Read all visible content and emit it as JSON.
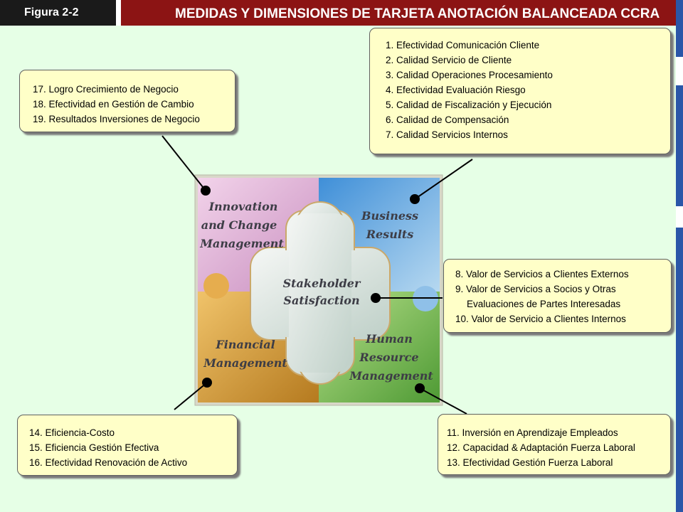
{
  "header": {
    "figure_label": "Figura 2-2",
    "title": "MEDIDAS Y DIMENSIONES DE TARJETA ANOTACIÓN BALANCEADA CCRA"
  },
  "puzzle": {
    "innovation": [
      "Innovation",
      "and Change",
      "Management"
    ],
    "business": [
      "Business",
      "Results"
    ],
    "stakeholder": [
      "Stakeholder",
      "Satisfaction"
    ],
    "financial": [
      "Financial",
      "Management"
    ],
    "human": [
      "Human",
      "Resource",
      "Management"
    ]
  },
  "boxes": {
    "business_results": [
      "1. Efectividad Comunicación Cliente",
      "2. Calidad Servicio de Cliente",
      "3. Calidad Operaciones Procesamiento",
      "4. Efectividad Evaluación Riesgo",
      "5. Calidad de Fiscalización y Ejecución",
      "6. Calidad de Compensación",
      "7. Calidad Servicios Internos"
    ],
    "innovation": [
      "17. Logro Crecimiento de Negocio",
      "18. Efectividad en Gestión de Cambio",
      "19. Resultados Inversiones de Negocio"
    ],
    "stakeholder": {
      "line1": "8. Valor de Servicios a Clientes Externos",
      "line2": "9. Valor  de Servicios a Socios y Otras",
      "line3": "Evaluaciones de Partes Interesadas",
      "line4": "10. Valor de Servicio a Clientes Internos"
    },
    "financial": [
      "14. Eficiencia-Costo",
      "15. Eficiencia Gestión Efectiva",
      "16. Efectividad  Renovación de Activo"
    ],
    "human_resource": [
      "11. Inversión en Aprendizaje Empleados",
      "12. Capacidad & Adaptación Fuerza Laboral",
      "13. Efectividad Gestión Fuerza Laboral"
    ]
  },
  "colors": {
    "header_dark": "#1a1a1a",
    "header_red": "#8c1414",
    "canvas": "#e6ffe6",
    "box_fill": "#ffffc8",
    "innovation": "#dba7cf",
    "business": "#7fb6e6",
    "financial": "#e2a443",
    "human": "#8ac556",
    "stakeholder": "#e2eae6"
  }
}
